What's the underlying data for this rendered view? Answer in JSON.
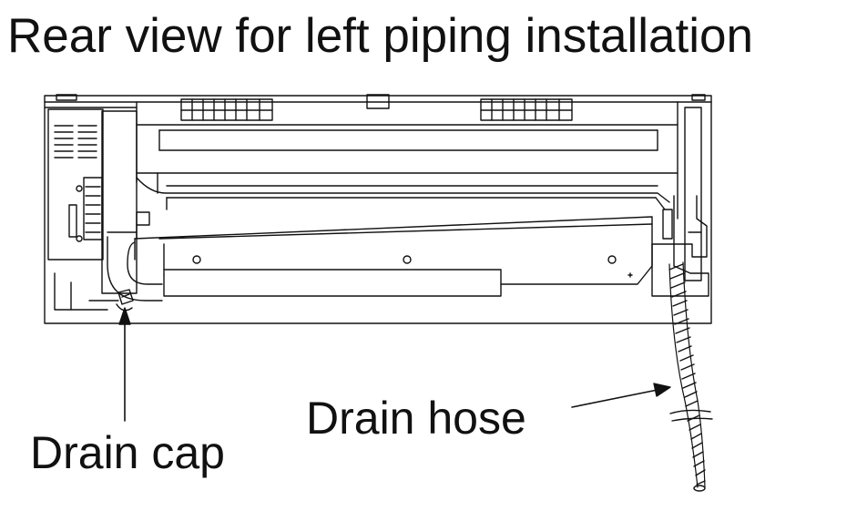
{
  "title": "Rear view for left piping installation",
  "labels": {
    "drain_cap": "Drain cap",
    "drain_hose": "Drain hose"
  },
  "colors": {
    "line": "#111111",
    "background": "#ffffff"
  }
}
